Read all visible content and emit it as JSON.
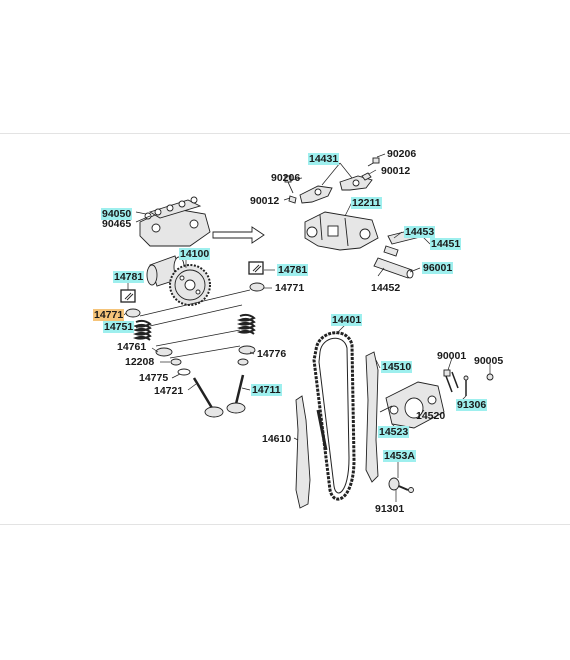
{
  "colors": {
    "label_highlight": "#9eefee",
    "label_selected": "#f5c47a",
    "line": "#222222",
    "part_fill": "#e6e6e6"
  },
  "parts": {
    "p14431": "14431",
    "p90206_top": "90206",
    "p90206_left": "90206",
    "p90012_right": "90012",
    "p90012_left": "90012",
    "p12211": "12211",
    "p14453": "14453",
    "p14451": "14451",
    "p96001": "96001",
    "p14452": "14452",
    "p94050": "94050",
    "p90465": "90465",
    "p14100": "14100",
    "p14781_left": "14781",
    "p14781_right": "14781",
    "p14771_right": "14771",
    "p14771_left": "14771",
    "p14751": "14751",
    "p14761": "14761",
    "p12208": "12208",
    "p14775": "14775",
    "p14721": "14721",
    "p14776": "14776",
    "p14711": "14711",
    "p14401": "14401",
    "p14510": "14510",
    "p90001": "90001",
    "p90005": "90005",
    "p14520": "14520",
    "p91306": "91306",
    "p14523": "14523",
    "p14610": "14610",
    "p1453A": "1453A",
    "p91301": "91301"
  }
}
